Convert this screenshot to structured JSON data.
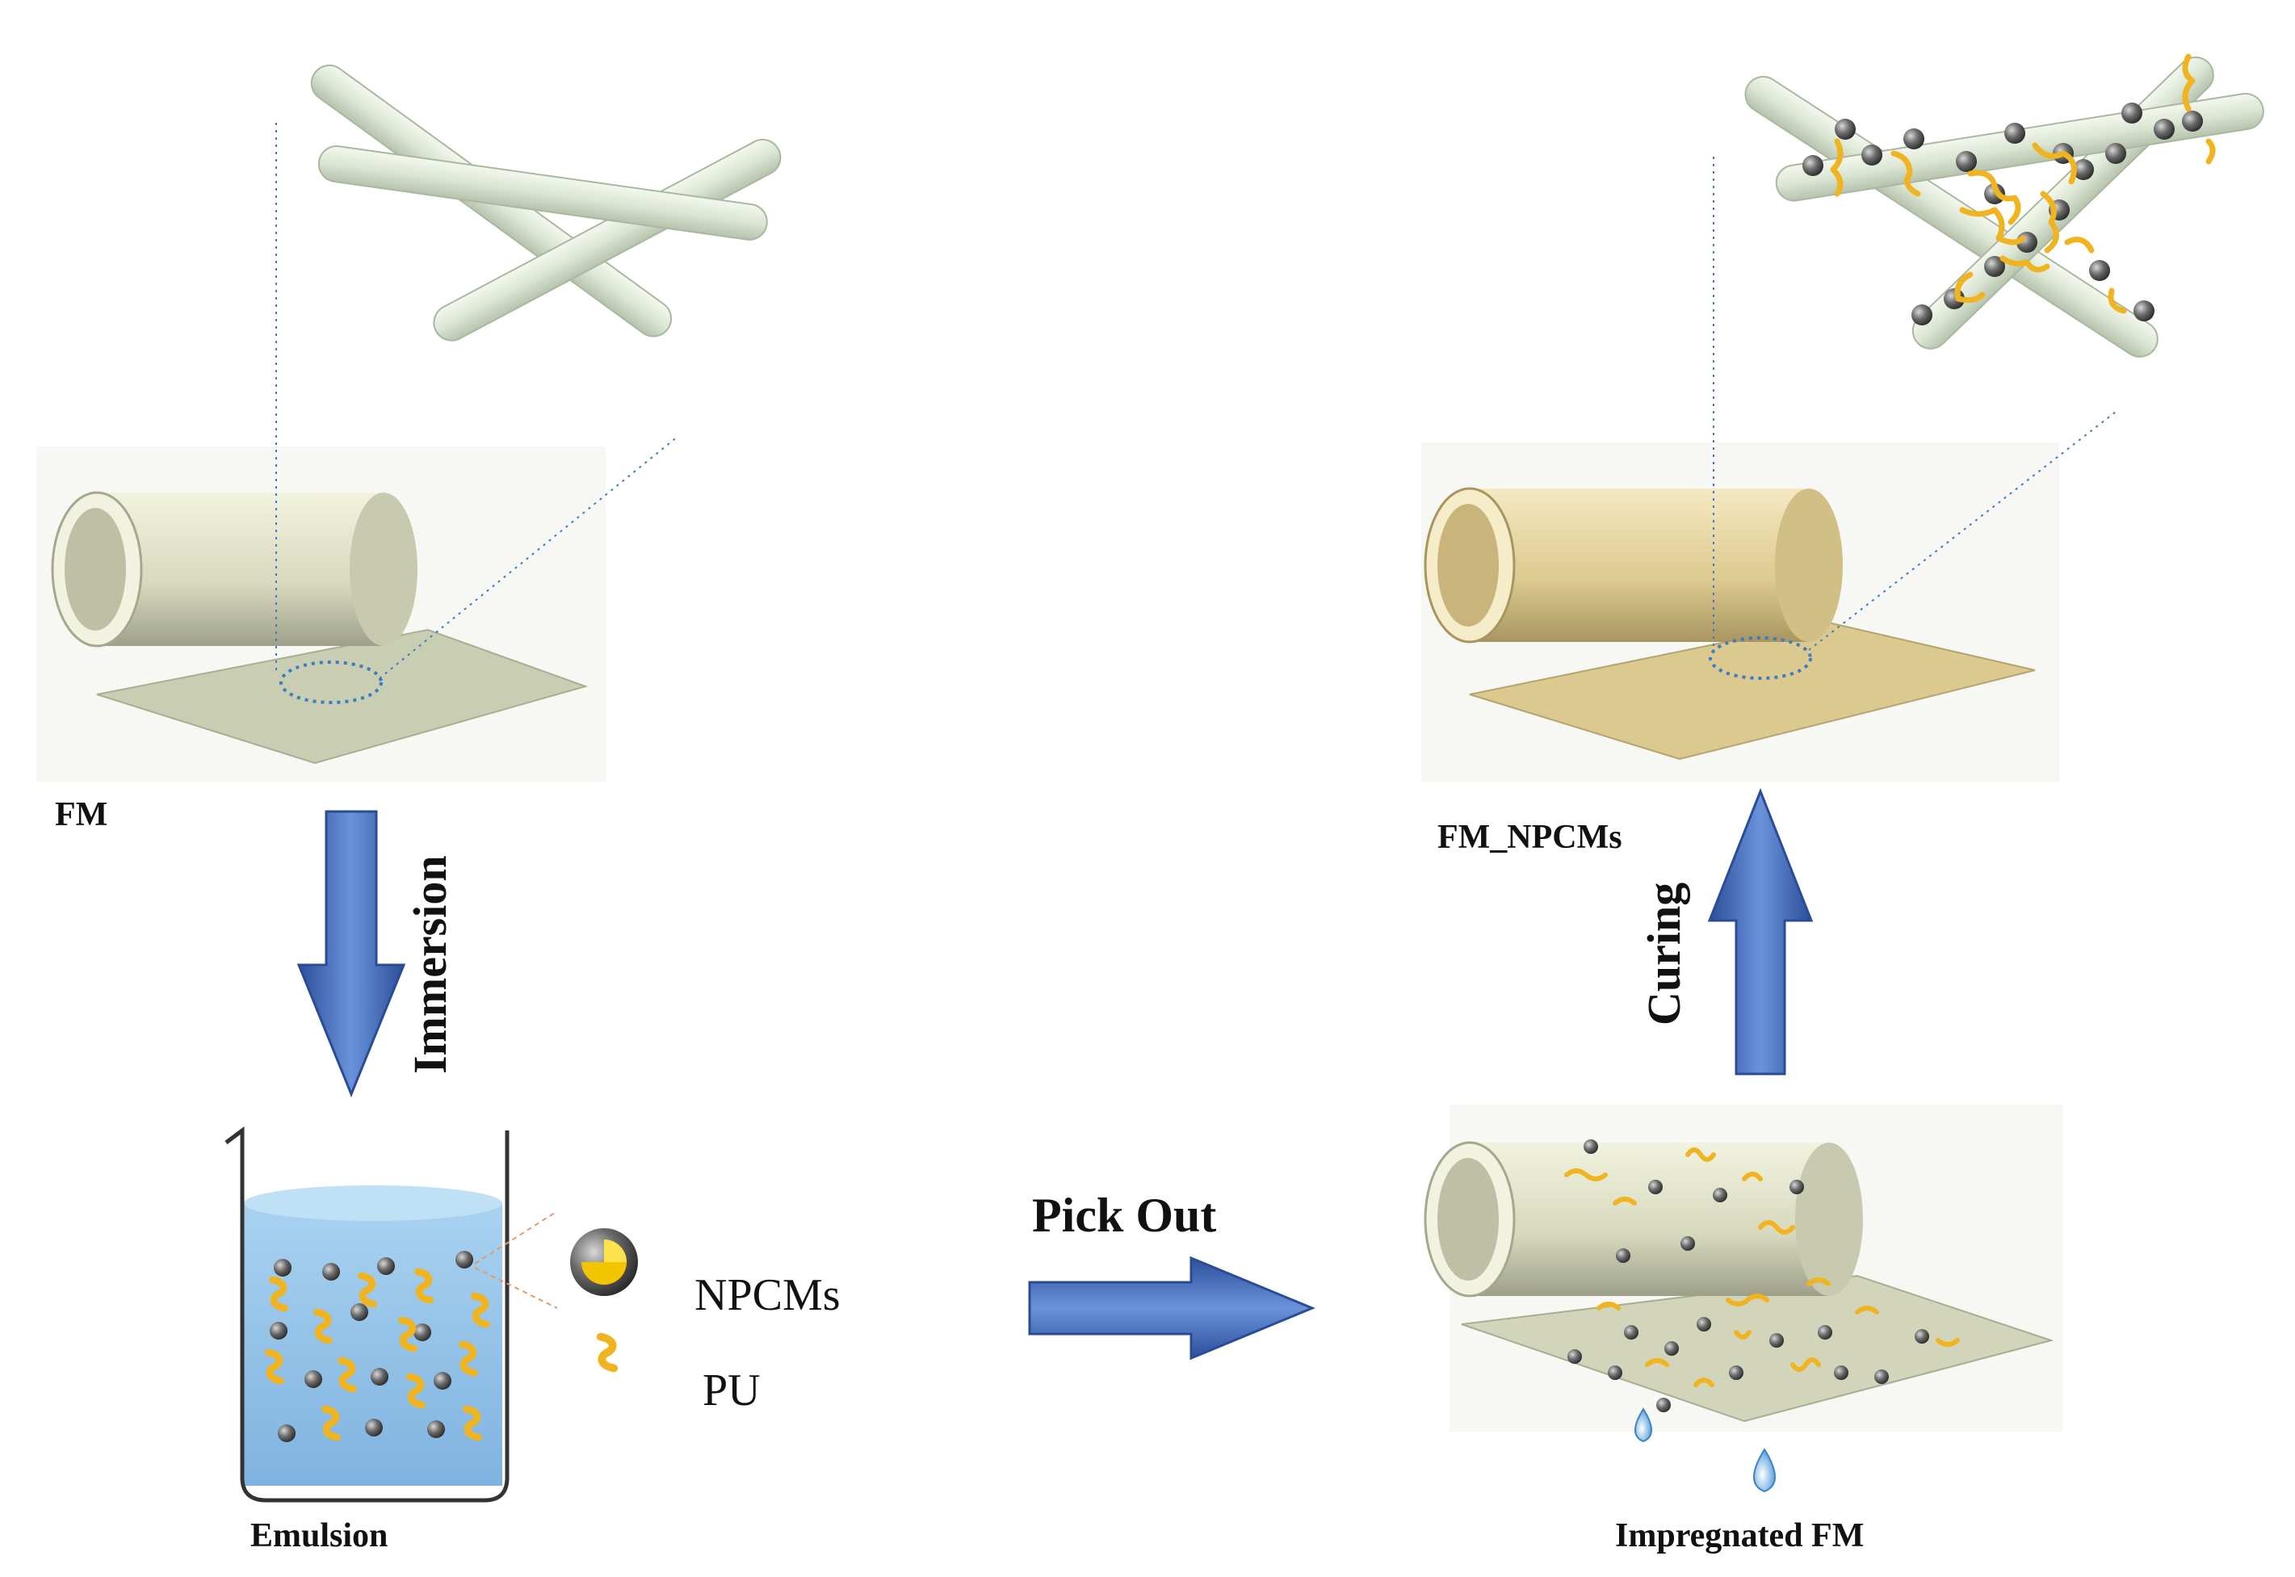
{
  "labels": {
    "fm": "FM",
    "fm_npcms": "FM_NPCMs",
    "immersion": "Immersion",
    "curing": "Curing",
    "pick_out": "Pick Out",
    "emulsion": "Emulsion",
    "impregnated_fm": "Impregnated FM",
    "legend_npcms": "NPCMs",
    "legend_pu": "PU"
  },
  "colors": {
    "fiber": "#dfe9d7",
    "fm_roll": "#c9cdb1",
    "fm_npcms_roll": "#dcc98f",
    "arrow": "#4a73c2",
    "pu": "#f0b421",
    "particle": "#555555",
    "emulsion": "#9ec8ea",
    "dotted": "#3b7cc4"
  }
}
